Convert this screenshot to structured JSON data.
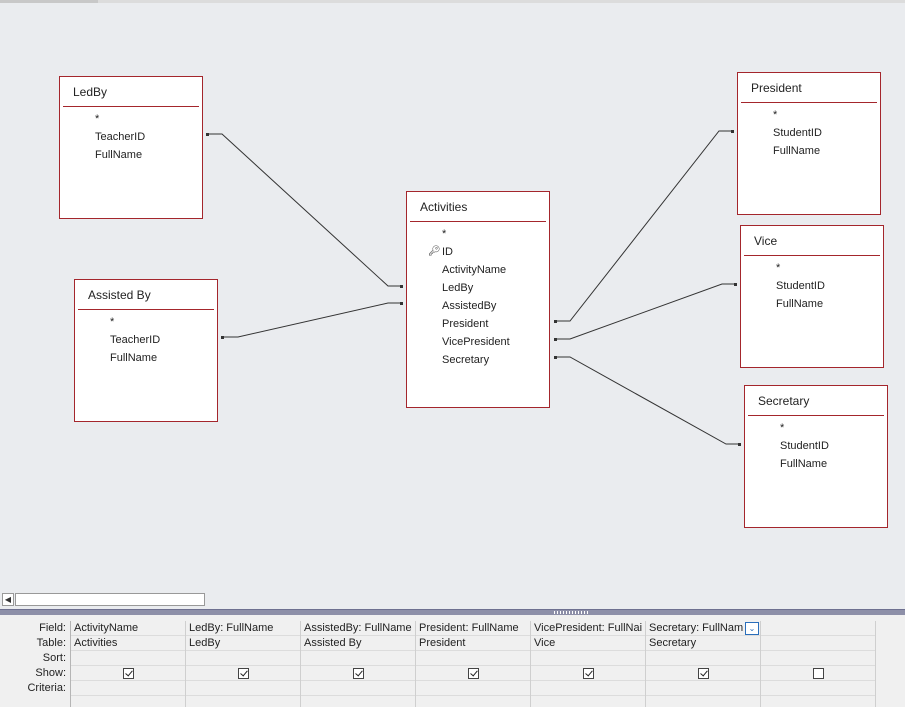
{
  "tables": {
    "ledby": {
      "title": "LedBy",
      "fields": [
        "*",
        "TeacherID",
        "FullName"
      ]
    },
    "assisted": {
      "title": "Assisted By",
      "fields": [
        "*",
        "TeacherID",
        "FullName"
      ]
    },
    "activities": {
      "title": "Activities",
      "fields": [
        "*",
        "ID",
        "ActivityName",
        "LedBy",
        "AssistedBy",
        "President",
        "VicePresident",
        "Secretary"
      ],
      "key_field": "ID"
    },
    "president": {
      "title": "President",
      "fields": [
        "*",
        "StudentID",
        "FullName"
      ]
    },
    "vice": {
      "title": "Vice",
      "fields": [
        "*",
        "StudentID",
        "FullName"
      ]
    },
    "secretary": {
      "title": "Secretary",
      "fields": [
        "*",
        "StudentID",
        "FullName"
      ]
    }
  },
  "grid": {
    "row_labels": [
      "Field:",
      "Table:",
      "Sort:",
      "Show:",
      "Criteria:"
    ],
    "columns": [
      {
        "field": "ActivityName",
        "table": "Activities",
        "show": true
      },
      {
        "field": "LedBy: FullName",
        "table": "LedBy",
        "show": true
      },
      {
        "field": "AssistedBy: FullName",
        "table": "Assisted By",
        "show": true
      },
      {
        "field": "President: FullName",
        "table": "President",
        "show": true
      },
      {
        "field": "VicePresident: FullNai",
        "table": "Vice",
        "show": true
      },
      {
        "field": "Secretary: FullNam",
        "table": "Secretary",
        "show": true,
        "has_dropdown": true
      },
      {
        "field": "",
        "table": "",
        "show": false
      }
    ]
  },
  "colors": {
    "table_border": "#a4262c",
    "canvas_bg": "#eaecef",
    "join_line": "#333333"
  }
}
